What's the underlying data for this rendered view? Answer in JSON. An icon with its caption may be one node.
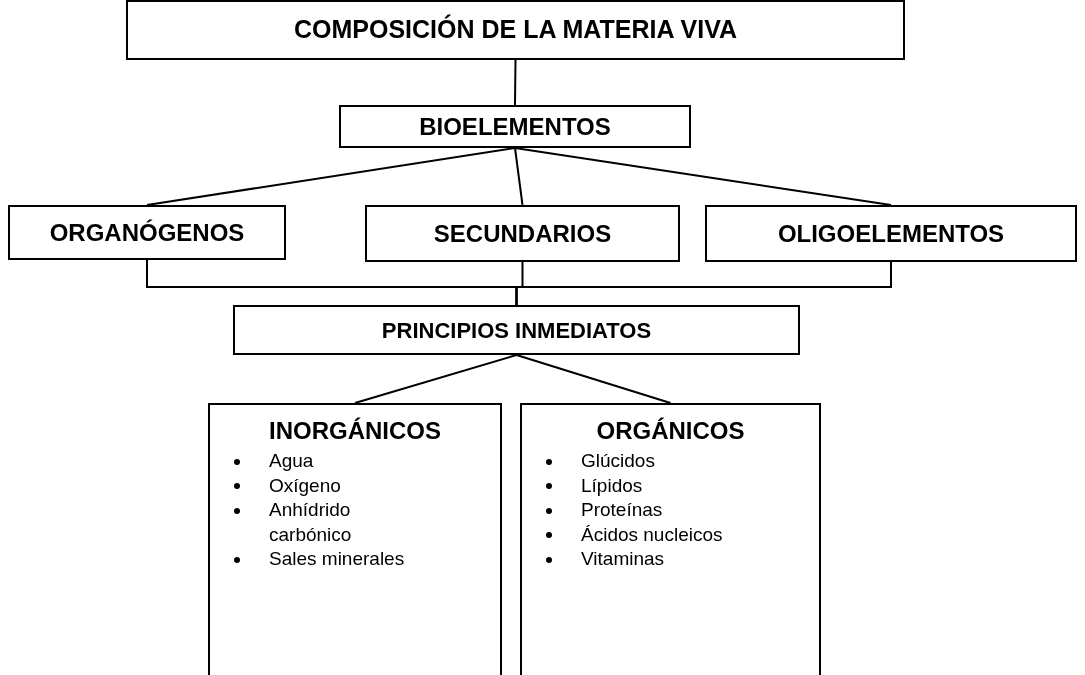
{
  "diagram": {
    "nodes": [
      {
        "text": [
          "COMPOSICIÓN DE LA MATERIA VIVA"
        ]
      },
      {
        "text": [
          "BIOELEMENTOS"
        ]
      },
      {
        "text": [
          "ORGANÓGENOS"
        ]
      },
      {
        "text": [
          "SECUNDARIOS"
        ]
      },
      {
        "text": [
          "OLIGOELEMENTOS"
        ]
      },
      {
        "text": [
          "PRINCIPIOS INMEDIATOS"
        ]
      },
      {
        "text": [
          "INORGÁNICOS",
          "Agua",
          "Oxígeno",
          "Anhídrido carbónico",
          "Sales minerales"
        ]
      },
      {
        "text": [
          "ORGÁNICOS",
          "Glúcidos",
          "Lípidos",
          "Proteínas",
          "Ácidos nucleicos",
          "Vitaminas"
        ]
      }
    ],
    "edges": [
      {
        "from": 0,
        "to": 1,
        "arrow": "none"
      },
      {
        "from": 1,
        "to": 2,
        "arrow": "none"
      },
      {
        "from": 1,
        "to": 3,
        "arrow": "none"
      },
      {
        "from": 1,
        "to": 4,
        "arrow": "none"
      },
      {
        "from": 2,
        "to": 5,
        "arrow": "none"
      },
      {
        "from": 3,
        "to": 5,
        "arrow": "none"
      },
      {
        "from": 4,
        "to": 5,
        "arrow": "none"
      },
      {
        "from": 5,
        "to": 6,
        "arrow": "none"
      },
      {
        "from": 5,
        "to": 7,
        "arrow": "none"
      }
    ]
  }
}
